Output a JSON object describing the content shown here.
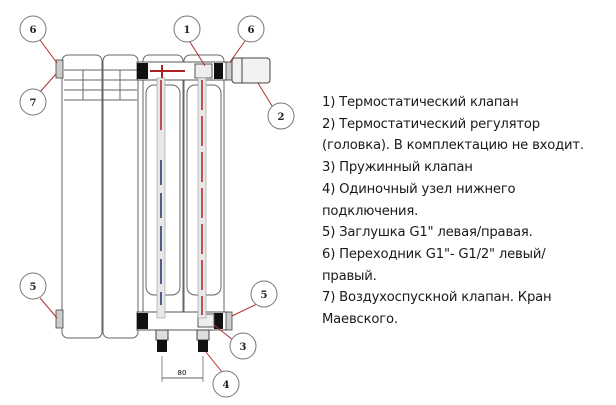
{
  "callouts": {
    "c6_left": "6",
    "c7": "7",
    "c1": "1",
    "c6_right": "6",
    "c2": "2",
    "c5_left": "5",
    "c5_right": "5",
    "c3": "3",
    "c4": "4"
  },
  "dimension_label": "80",
  "legend": [
    "1) Термостатический клапан",
    "2) Термостатический регулятор",
    "(головка). В комплектацию не входит.",
    "3) Пружинный клапан",
    "4) Одиночный узел нижнего",
    "подключения.",
    "5) Заглушка G1\" левая/правая.",
    "6) Переходник G1\"- G1/2\" левый/",
    "правый.",
    "7) Воздухоспускной клапан. Кран",
    "Маевского."
  ],
  "colors": {
    "pipe_red": "#b02020",
    "pipe_blue": "#203060",
    "plug": "#111111"
  }
}
